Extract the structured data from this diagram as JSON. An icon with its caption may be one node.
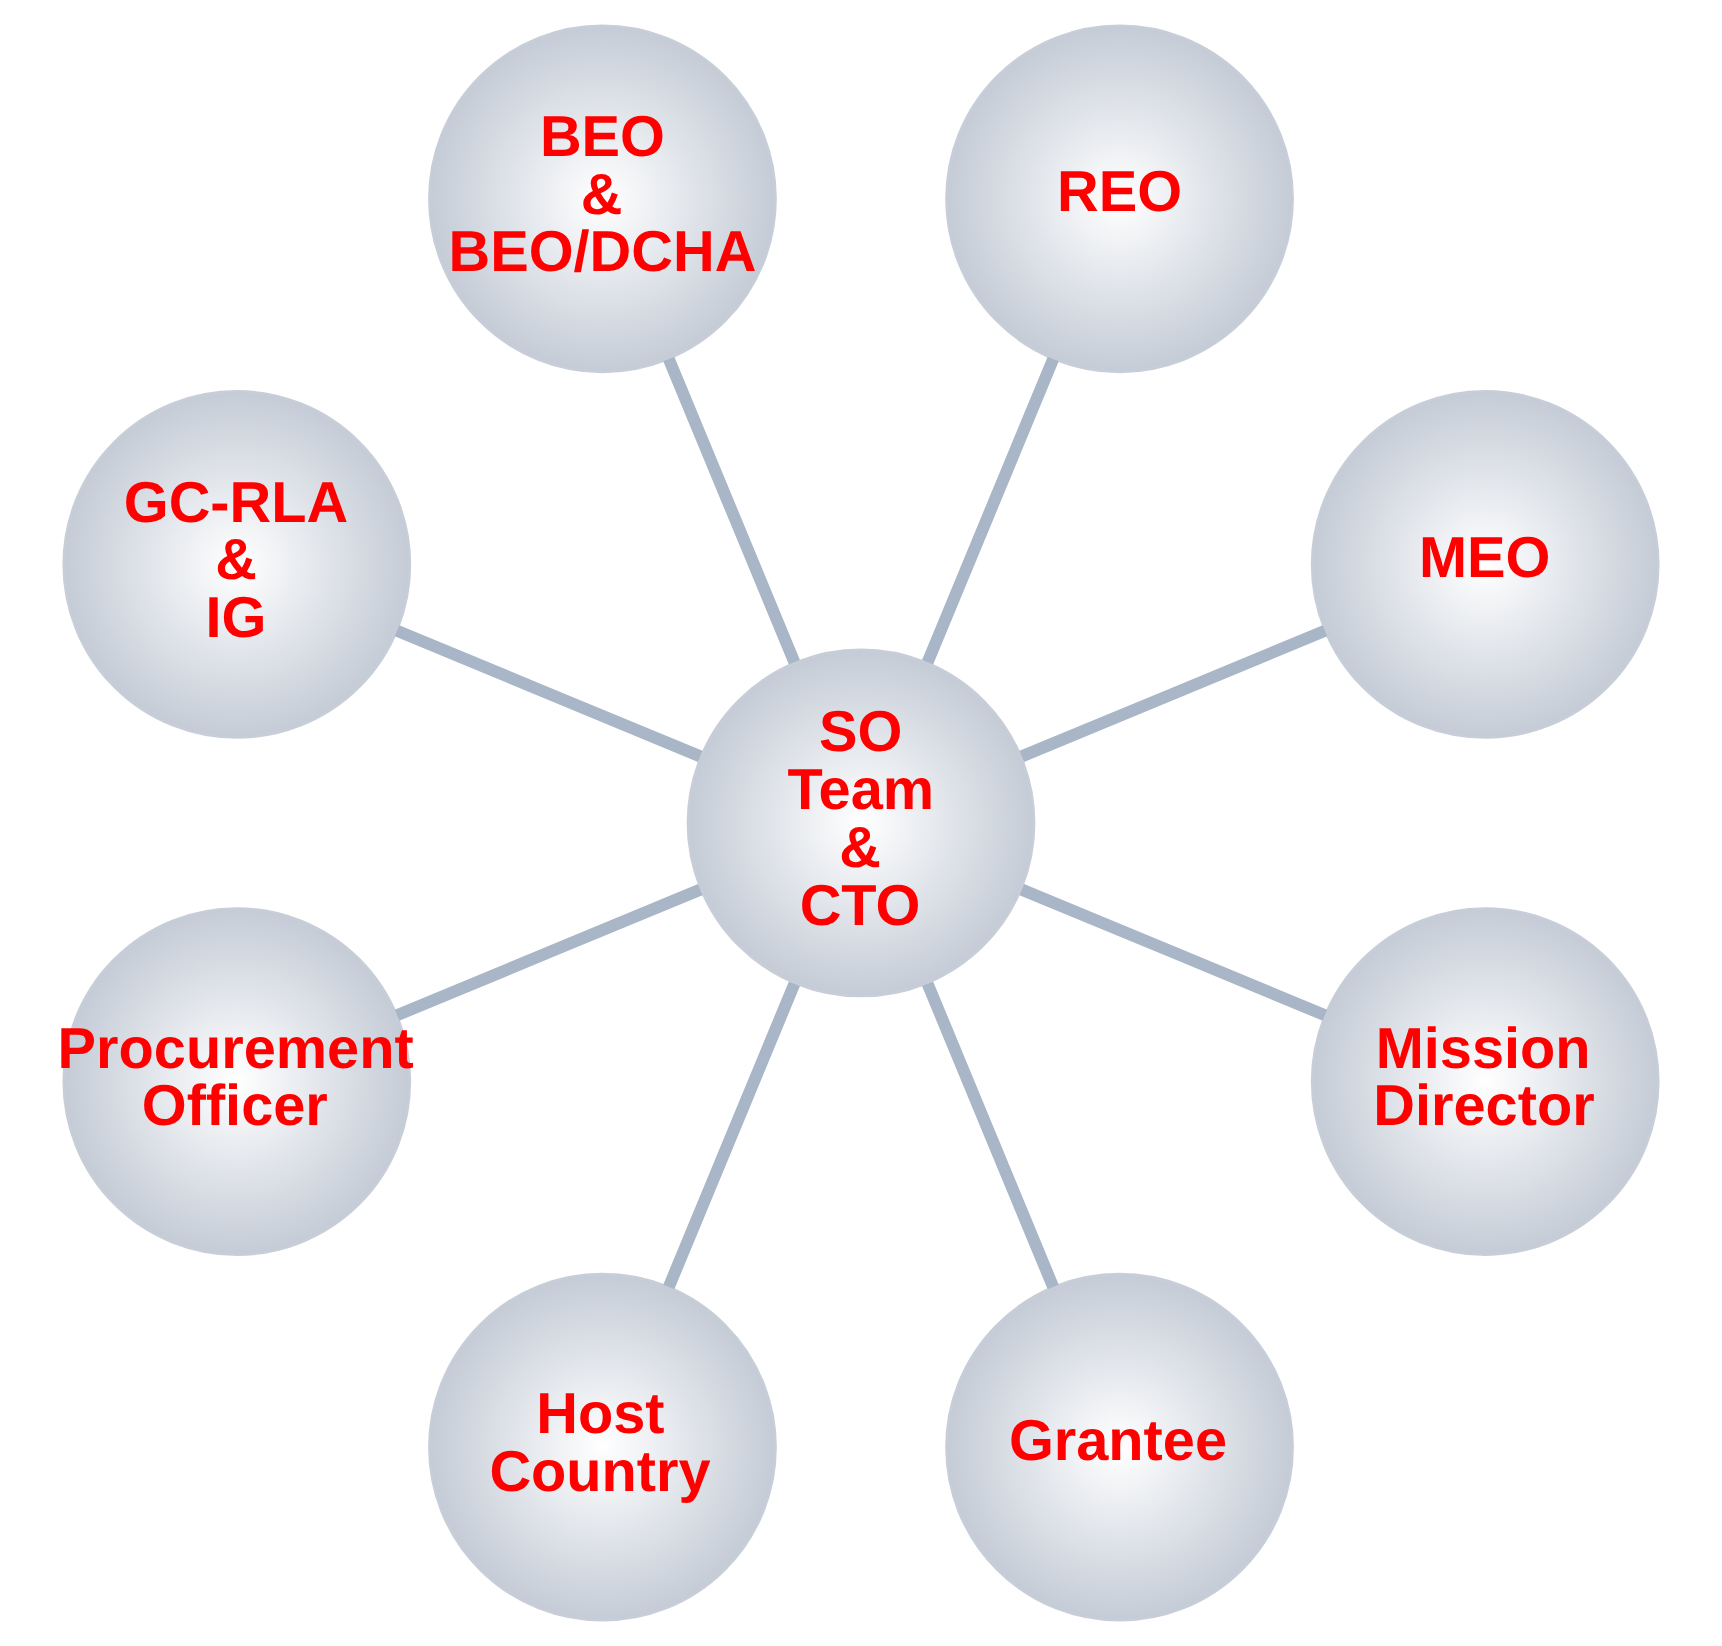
{
  "diagram": {
    "nodes": [
      {
        "text": [
          "SO Team & CTO"
        ]
      },
      {
        "text": [
          "MEO"
        ]
      },
      {
        "text": [
          "REO"
        ]
      },
      {
        "text": [
          "BEO & BEO/DCHA"
        ]
      },
      {
        "text": [
          "GC-RLA & IG"
        ]
      },
      {
        "text": [
          "Procurement Officer"
        ]
      },
      {
        "text": [
          "Host Country"
        ]
      },
      {
        "text": [
          "Grantee"
        ]
      },
      {
        "text": [
          "Mission Director"
        ]
      }
    ],
    "edges": [
      {
        "from": 0,
        "to": 1,
        "arrow": "none"
      },
      {
        "from": 0,
        "to": 2,
        "arrow": "none"
      },
      {
        "from": 0,
        "to": 3,
        "arrow": "none"
      },
      {
        "from": 0,
        "to": 4,
        "arrow": "none"
      },
      {
        "from": 0,
        "to": 5,
        "arrow": "none"
      },
      {
        "from": 0,
        "to": 6,
        "arrow": "none"
      },
      {
        "from": 0,
        "to": 7,
        "arrow": "none"
      },
      {
        "from": 0,
        "to": 8,
        "arrow": "none"
      }
    ]
  }
}
